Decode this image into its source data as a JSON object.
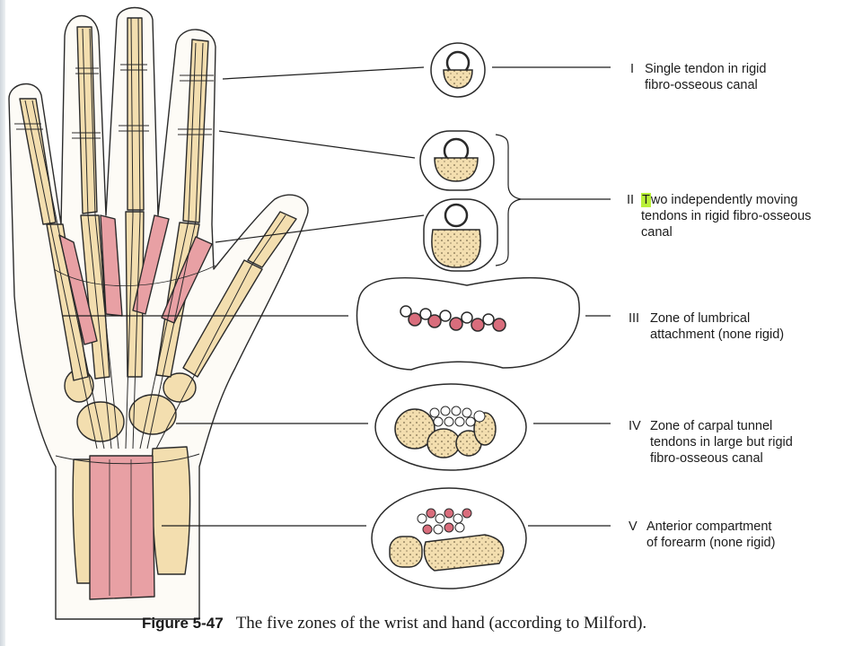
{
  "figure": {
    "number": "Figure 5-47",
    "caption": "The five zones of the wrist and hand (according to Milford)."
  },
  "zones": [
    {
      "numeral": "I",
      "lines": [
        "Single tendon in rigid",
        "fibro-osseous canal"
      ]
    },
    {
      "numeral": "II",
      "lines": [
        "Two independently moving",
        "tendons in rigid fibro-osseous",
        "canal"
      ],
      "highlight": "T"
    },
    {
      "numeral": "III",
      "lines": [
        "Zone of lumbrical",
        "attachment (none rigid)"
      ]
    },
    {
      "numeral": "IV",
      "lines": [
        "Zone of carpal tunnel",
        "tendons in large but rigid",
        "fibro-osseous canal"
      ]
    },
    {
      "numeral": "V",
      "lines": [
        "Anterior compartment",
        "of forearm (none rigid)"
      ]
    }
  ],
  "colors": {
    "bone": "#f3deaf",
    "muscle": "#e8a0a4",
    "tendon": "#ffffff",
    "outline": "#2a2a2a",
    "highlight": "#b9f03a"
  }
}
